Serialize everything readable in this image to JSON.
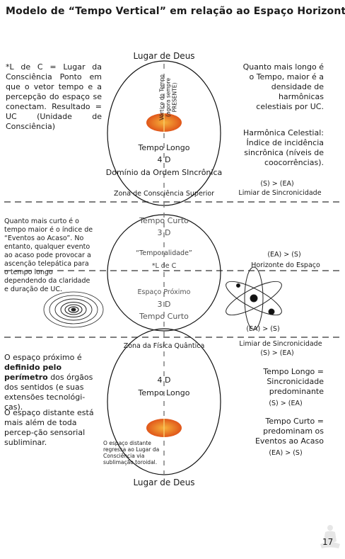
{
  "title": "Modelo de “Tempo Vertical” em relação ao Espaço Horizontal",
  "page_number": "17",
  "colors": {
    "ellipse_stroke": "#111111",
    "orange_center": "#f5a02a",
    "orange_edge": "#e05a1a",
    "dash": "#555555"
  },
  "axis": {
    "top_label": "Lugar de Deus",
    "bottom_label": "Lugar de Deus",
    "vertex_label": "Vértice do Tempo",
    "vertex_sub": "(agora sempre PRESENTE)"
  },
  "left_notes": {
    "lc_def": "*L de C = Lugar da Consciência Ponto em que o vetor tempo e a percepção do espaço se conectam. Resultado = UC (Unidade de Consciência)",
    "short_time": "Quanto mais curto é o tempo maior é o índice de “Eventos ao Acaso”. No entanto, qualquer evento ao acaso pode provocar a ascenção telepática para o tempo longo dependendo da claridade e duração de UC.",
    "near_space_1": "O espaço próximo é",
    "near_space_2": "definido pelo perímetro",
    "near_space_3": "dos órgãos dos sentidos (e suas extensões tecnológi-cas).",
    "far_space": "O espaço distante está mais além de toda percep-ção sensorial subliminar.",
    "far_return": "O espaço distante regressa ao Lugar da Consciência via sublimação toroidal."
  },
  "right_notes": {
    "long_time": "Quanto mais longo é o Tempo, maior é a densidade de harmônicas celestiais por UC.",
    "harmonic": "Harmônica Celestial: Índice de incidência sincrônica (níveis de coocorrências).",
    "s_gt_ea_top": "(S) >  (EA)",
    "sync_limit_top": "Limiar de Sincronicidade",
    "ea_gt_s_1": "(EA) > (S)",
    "horizon": "Horizonte do Espaço",
    "ea_gt_s_2": "(EA) > (S)",
    "sync_limit_bottom": "Limiar de Sincronicidade",
    "s_gt_ea_bottom": "(S) > (EA)",
    "long_time_dominant": "Tempo Longo = Sincronicidade predominante",
    "s_gt_ea_3": "(S) > (EA)",
    "short_time_dominant": "Tempo Curto = predominam os Eventos ao Acaso",
    "ea_gt_s_3": "(EA) > (S)"
  },
  "zones": {
    "upper": {
      "name": "Tempo Longo",
      "dim": "4 D",
      "domain": "Domínio da Ordem SIncrônica",
      "zone": "Zona de Consciência Superior"
    },
    "middle": {
      "name": "Tempo Curto",
      "dim": "3 D",
      "temporality": "“Temporalidade”",
      "lc": "*L de C",
      "near": "Espaço Próximo",
      "dim2": "3 D",
      "name2": "Tempo Curto"
    },
    "lower": {
      "zone": "Zona da Física Quântica",
      "dim": "4 D",
      "name": "Tempo Longo"
    }
  }
}
